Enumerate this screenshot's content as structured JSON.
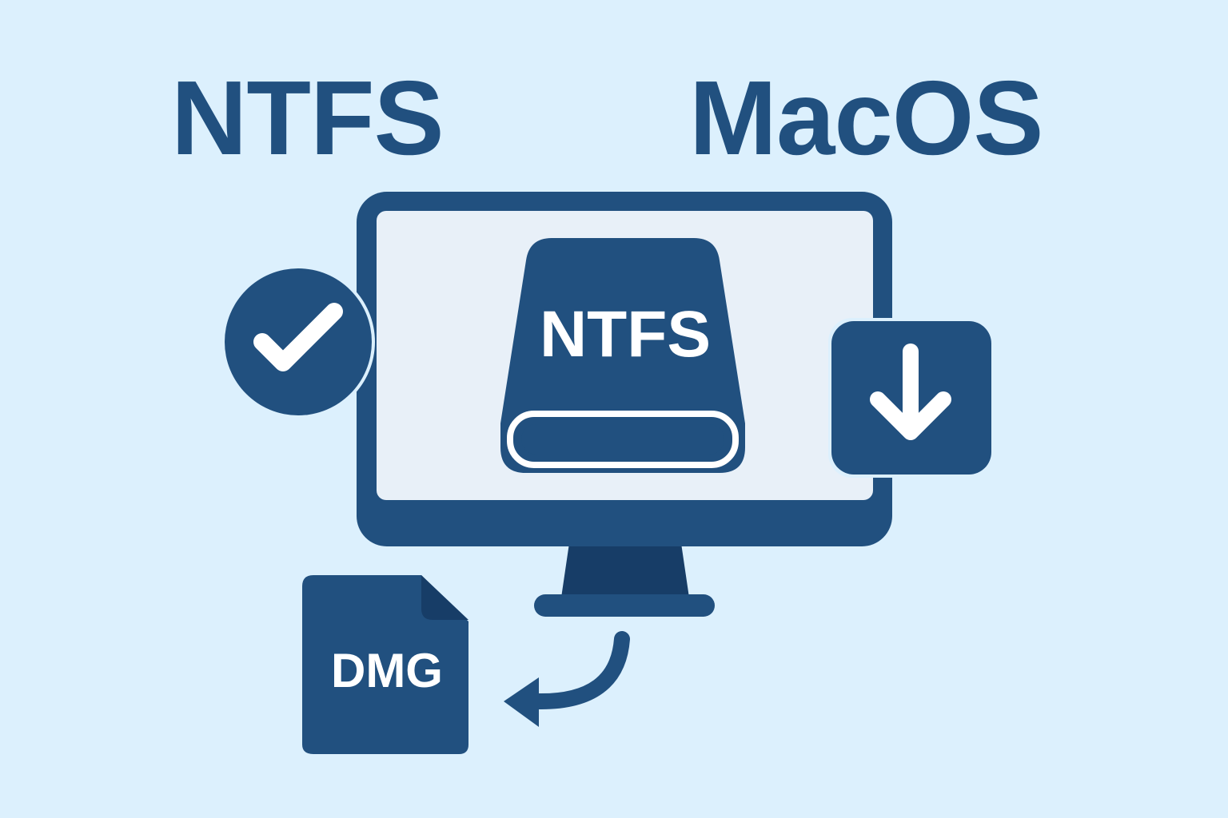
{
  "headings": {
    "left": "NTFS",
    "right": "MacOS"
  },
  "drive": {
    "label": "NTFS"
  },
  "file": {
    "label": "DMG"
  },
  "colors": {
    "background": "#dcf0fd",
    "primary": "#21507f",
    "dark": "#173d67",
    "screen": "#e8f0f8",
    "white": "#ffffff"
  },
  "icons": [
    "checkmark-icon",
    "download-arrow-icon",
    "hard-drive-icon",
    "dmg-file-icon",
    "curved-arrow-icon",
    "monitor-icon"
  ]
}
